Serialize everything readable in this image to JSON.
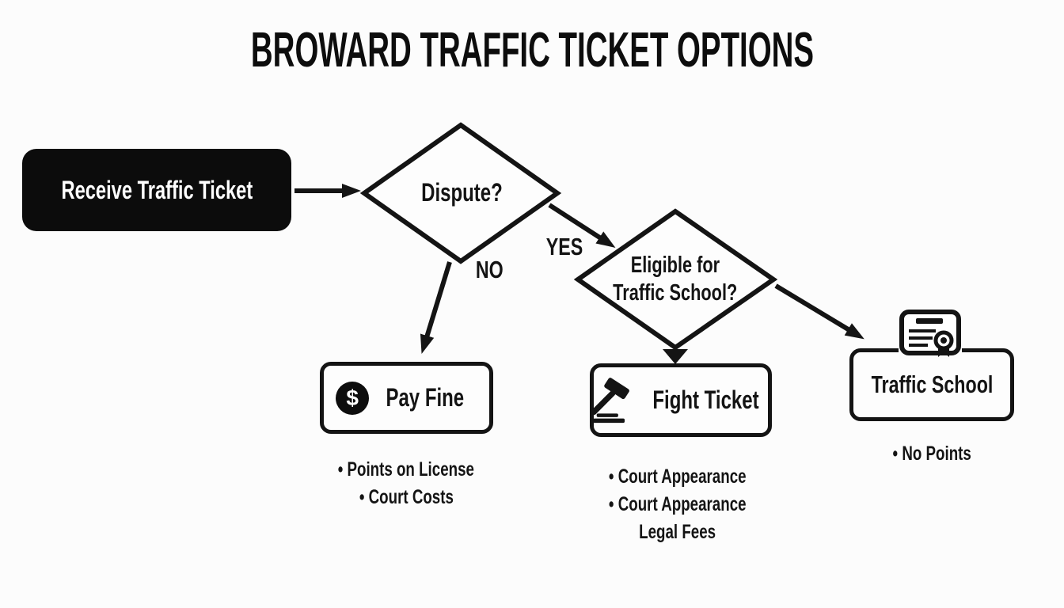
{
  "title": "BROWARD TRAFFIC TICKET OPTIONS",
  "colors": {
    "ink": "#141414",
    "background": "#fcfcfc",
    "start_node_bg": "#0c0c0c",
    "start_node_text": "#ffffff"
  },
  "nodes": {
    "receive": {
      "label": "Receive Traffic Ticket"
    },
    "dispute": {
      "label": "Dispute?"
    },
    "eligible": {
      "label_line1": "Eligible for",
      "label_line2": "Traffic School?"
    },
    "pay_fine": {
      "label": "Pay Fine",
      "icon": "dollar-icon",
      "icon_char": "$",
      "bullets": [
        "• Points on License",
        "• Court Costs"
      ]
    },
    "fight_ticket": {
      "label": "Fight Ticket",
      "icon": "gavel-icon",
      "bullets": [
        "• Court Appearance",
        "• Court Appearance",
        "Legal Fees"
      ]
    },
    "traffic_school": {
      "label": "Traffic School",
      "icon": "certificate-icon",
      "bullets": [
        "• No Points"
      ]
    }
  },
  "edges": {
    "yes_label": "YES",
    "no_label": "NO"
  }
}
